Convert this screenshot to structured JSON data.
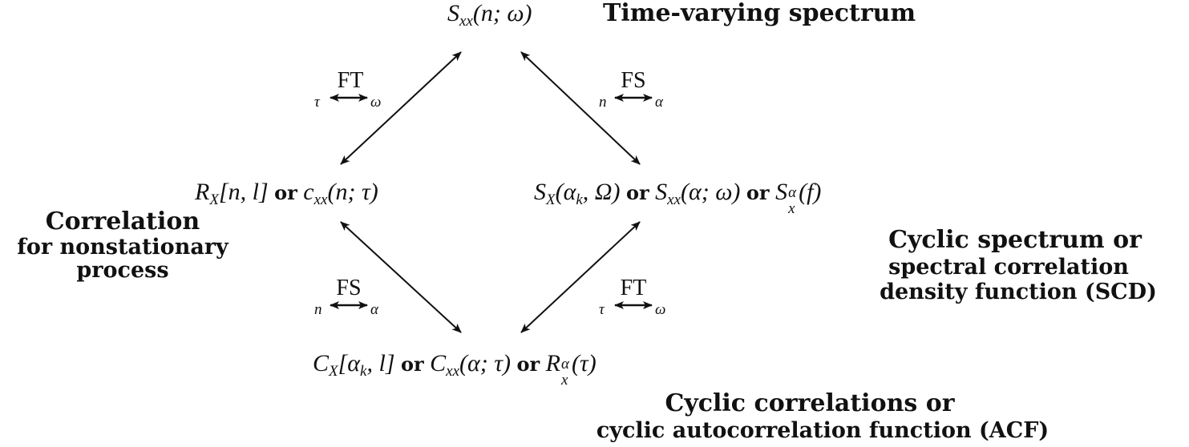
{
  "nodes": {
    "top": {
      "S": "S",
      "sub": "xx",
      "args": "(n; ω)"
    },
    "left": {
      "R": "R",
      "R_sub": "X",
      "R_args": "[n, l]",
      "or": "or",
      "c": "c",
      "c_sub": "xx",
      "c_args": "(n; τ)"
    },
    "right": {
      "S1": "S",
      "S1_sub": "X",
      "S1_args": "(α",
      "S1_k": "k",
      "S1_tail": ", Ω)",
      "or1": "or",
      "S2": "S",
      "S2_sub": "xx",
      "S2_args": "(α; ω)",
      "or2": "or",
      "S3": "S",
      "S3_sub": "x",
      "S3_sup": "α",
      "S3_args": "(f)"
    },
    "bottom": {
      "C1": "C",
      "C1_sub": "X",
      "C1_args": "[α",
      "C1_k": "k",
      "C1_tail": ", l]",
      "or1": "or",
      "C2": "C",
      "C2_sub": "xx",
      "C2_args": "(α; τ)",
      "or2": "or",
      "R": "R",
      "R_sub": "x",
      "R_sup": "α",
      "R_args": "(τ)"
    }
  },
  "titles": {
    "top": "Time-varying spectrum",
    "left": [
      "Correlation",
      "for nonstationary",
      "process"
    ],
    "right": [
      "Cyclic spectrum or",
      "spectral correlation",
      "density function (SCD)"
    ],
    "bottom": [
      "Cyclic correlations or",
      "cyclic autocorrelation function (ACF)"
    ]
  },
  "transforms": {
    "top_left": {
      "name": "FT",
      "from": "τ",
      "to": "ω"
    },
    "top_right": {
      "name": "FS",
      "from": "n",
      "to": "α"
    },
    "bottom_left": {
      "name": "FS",
      "from": "n",
      "to": "α"
    },
    "bottom_right": {
      "name": "FT",
      "from": "τ",
      "to": "ω"
    }
  }
}
